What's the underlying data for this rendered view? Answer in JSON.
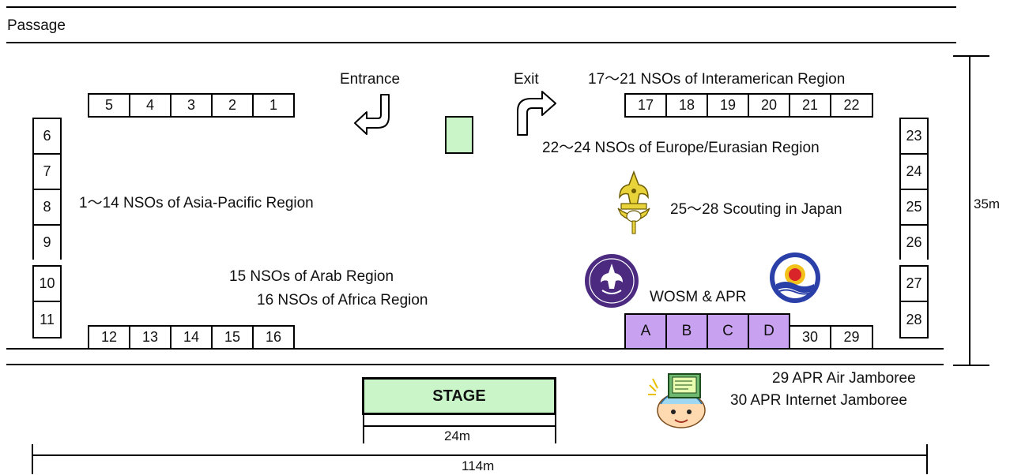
{
  "passage_label": "Passage",
  "entrance_label": "Entrance",
  "exit_label": "Exit",
  "booths_top_left": [
    "5",
    "4",
    "3",
    "2",
    "1"
  ],
  "booths_top_right": [
    "17",
    "18",
    "19",
    "20",
    "21",
    "22"
  ],
  "booths_left": [
    "6",
    "7",
    "8",
    "9",
    "10",
    "11"
  ],
  "booths_bottom_left": [
    "12",
    "13",
    "14",
    "15",
    "16"
  ],
  "booths_right": [
    "23",
    "24",
    "25",
    "26",
    "27",
    "28"
  ],
  "booths_purple": [
    "A",
    "B",
    "C",
    "D"
  ],
  "booths_bottom_right": [
    "30",
    "29"
  ],
  "regions": {
    "interamerican": "17～21 NSOs of Interamerican Region",
    "europe": "22～24 NSOs of Europe/Eurasian Region",
    "asia_pacific": "1～14 NSOs of Asia-Pacific Region",
    "japan": "25～28 Scouting in Japan",
    "arab": "15 NSOs of Arab Region",
    "africa": "16 NSOs of Africa Region",
    "wosm": "WOSM & APR"
  },
  "jamboree": {
    "air": "29 APR Air Jamboree",
    "internet": "30 APR Internet Jamboree"
  },
  "stage_label": "STAGE",
  "dimensions": {
    "stage_width": "24m",
    "total_width": "114m",
    "height": "35m"
  },
  "colors": {
    "green": "#c9f5c9",
    "purple": "#c8a2f0",
    "wosm_purple": "#4b2a80"
  }
}
